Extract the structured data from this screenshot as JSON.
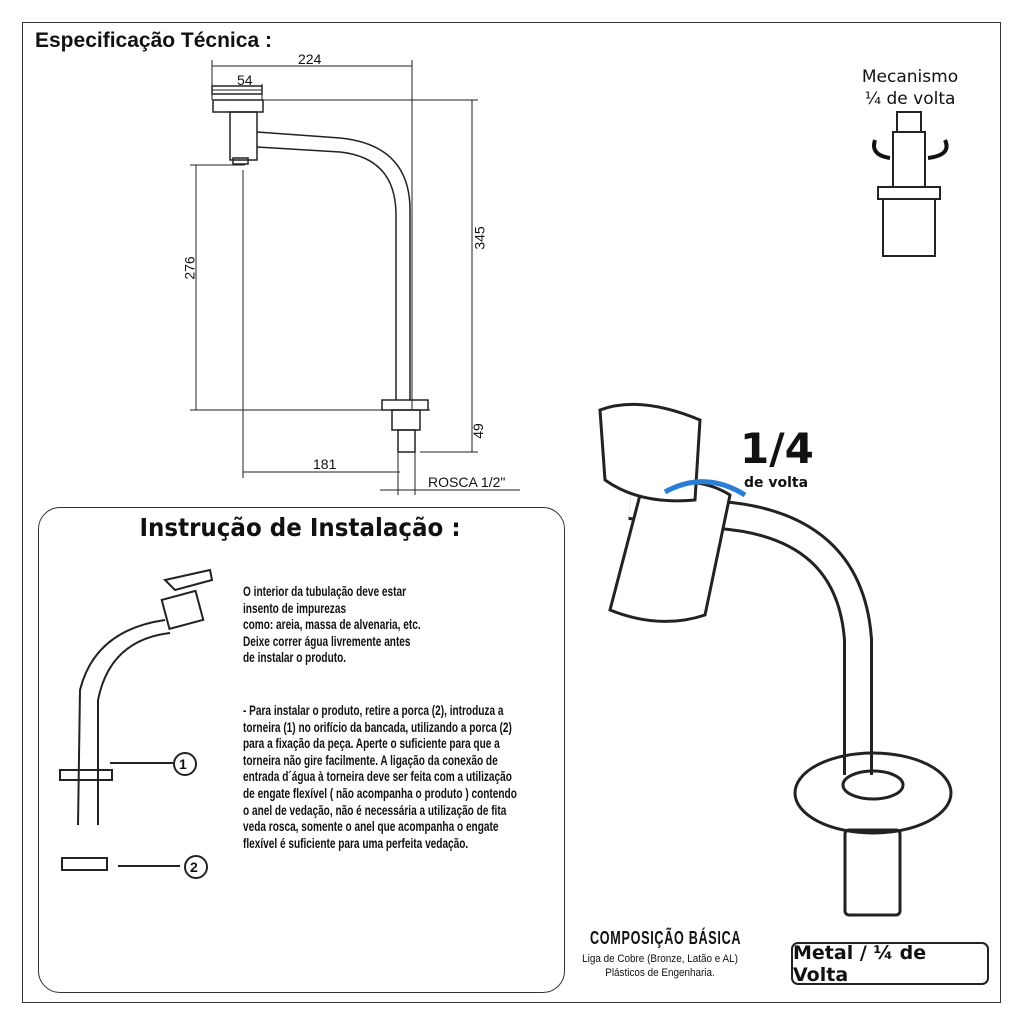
{
  "title": "Especificação Técnica :",
  "dimensions": {
    "total_width": "224",
    "handle": "54",
    "height_total": "345",
    "height_spout": "276",
    "base": "49",
    "offset": "181",
    "thread": "ROSCA 1/2\""
  },
  "mechanism": {
    "line1": "Mecanismo",
    "line2": "¼ de volta"
  },
  "turn_label": {
    "fraction": "1/4",
    "sub": "de volta"
  },
  "installation": {
    "heading": "Instrução de Instalação :",
    "callouts": [
      "1",
      "2"
    ],
    "lines": [
      "O interior da tubulação deve estar",
      "insento de impurezas",
      "como: areia, massa de alvenaria, etc.",
      "Deixe correr água livremente antes",
      " de instalar o produto.",
      "- Para instalar o produto, retire a porca (2), introduza a",
      "torneira (1) no orifício da bancada, utilizando a porca (2)",
      "para a fixação da peça. Aperte o suficiente para que a",
      "torneira não gire facilmente. A ligação da conexão de",
      "entrada d´água à torneira deve ser feita com a utilização",
      "de engate flexível ( não acompanha o produto ) contendo",
      "o anel de vedação, não é necessária a utilização de fita",
      "veda rosca, somente o anel que acompanha o engate",
      "flexível é suficiente para uma  perfeita vedação."
    ]
  },
  "composition": {
    "heading": "COMPOSIÇÃO BÁSICA",
    "line1": "Liga de Cobre (Bronze, Latão e AL)",
    "line2": "Plásticos de Engenharia."
  },
  "badge": "Metal / ¼ de Volta",
  "colors": {
    "arrow_blue": "#2a7fd4",
    "ink": "#111111"
  }
}
